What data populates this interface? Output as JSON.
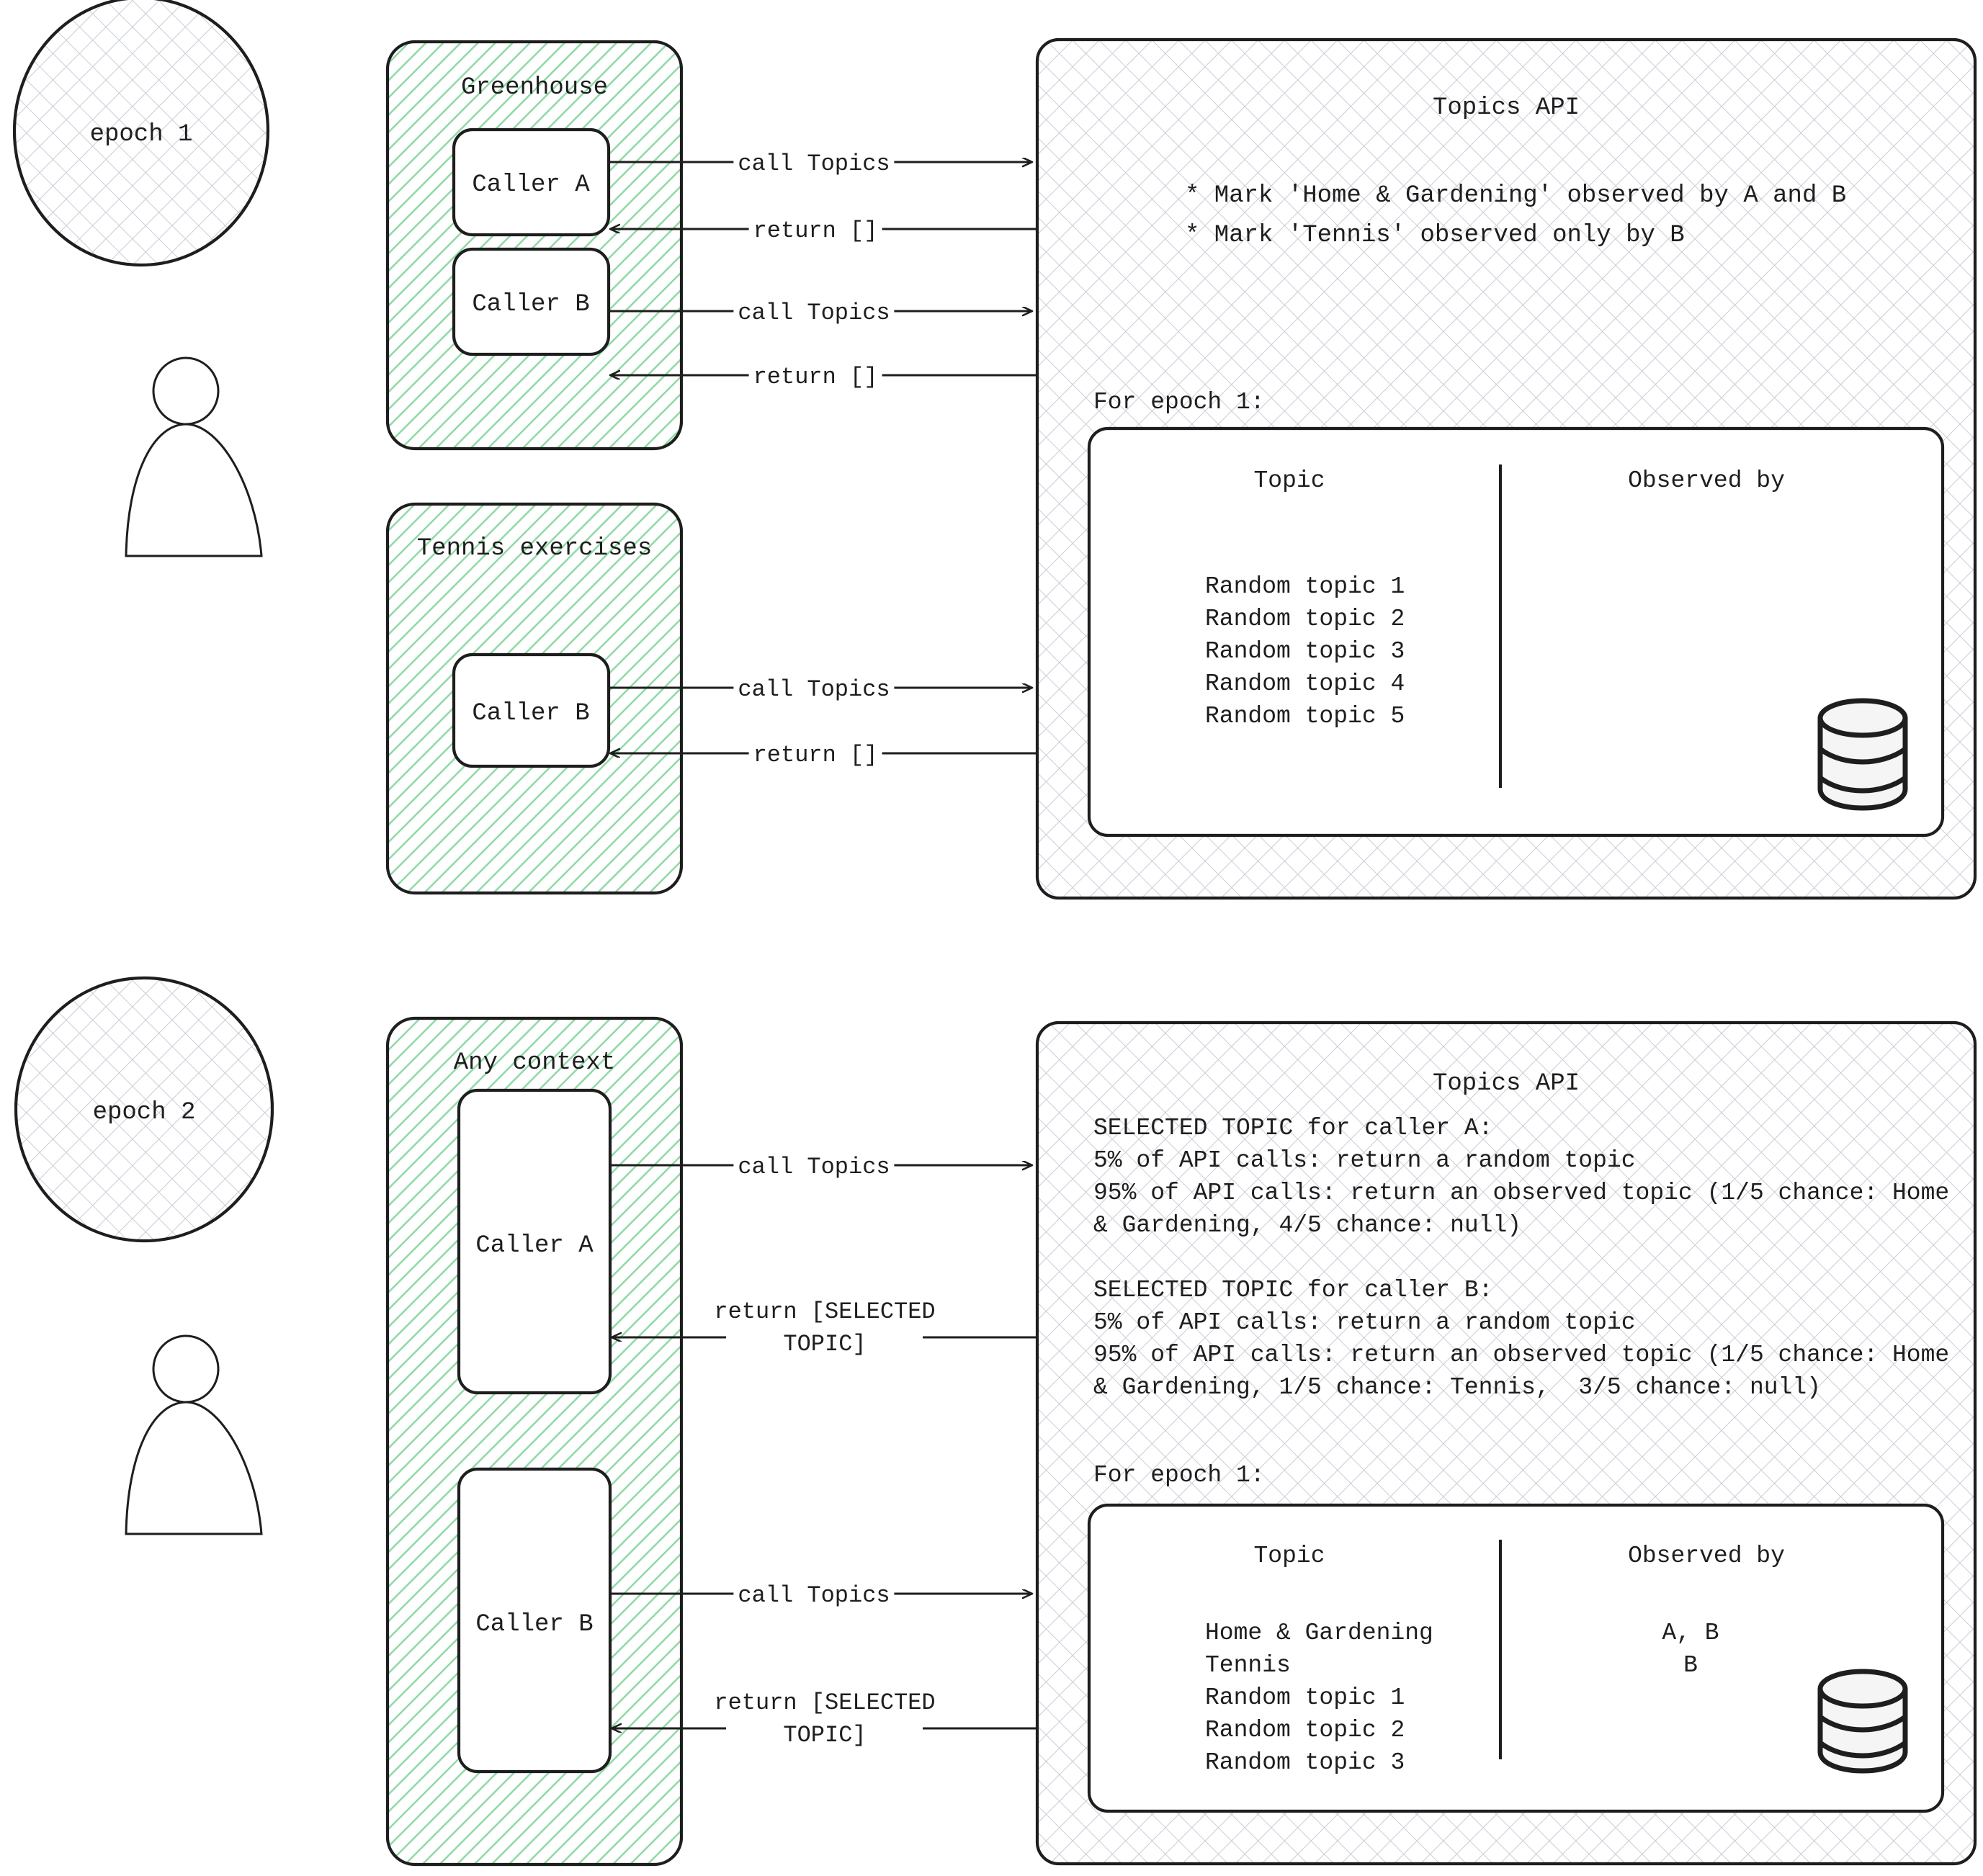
{
  "diagram": {
    "title": "Topics API epochs diagram",
    "colors": {
      "stroke": "#1e1e1e",
      "green_hatch": "#8fd9a6",
      "gray_hatch": "#c9ced8",
      "text": "#1e1e1e",
      "white": "#ffffff"
    }
  },
  "epoch1": {
    "badge_label": "epoch 1",
    "actor_name": "user-actor",
    "contexts": [
      {
        "title": "Greenhouse",
        "callers": [
          {
            "label": "Caller A"
          },
          {
            "label": "Caller B"
          }
        ]
      },
      {
        "title": "Tennis exercises",
        "callers": [
          {
            "label": "Caller B"
          }
        ]
      }
    ],
    "arrows": [
      {
        "label": "call Topics",
        "direction": "right"
      },
      {
        "label": "return []",
        "direction": "left"
      },
      {
        "label": "call Topics",
        "direction": "right"
      },
      {
        "label": "return []",
        "direction": "left"
      },
      {
        "label": "call Topics",
        "direction": "right"
      },
      {
        "label": "return []",
        "direction": "left"
      }
    ],
    "api": {
      "title": "Topics API",
      "bullets": [
        "* Mark 'Home & Gardening' observed by A and B",
        "* Mark 'Tennis' observed only by B"
      ],
      "table_caption": "For epoch 1:",
      "table": {
        "columns": [
          "Topic",
          "Observed by"
        ],
        "rows": [
          {
            "topic": "Random topic 1",
            "observed_by": ""
          },
          {
            "topic": "Random topic 2",
            "observed_by": ""
          },
          {
            "topic": "Random topic 3",
            "observed_by": ""
          },
          {
            "topic": "Random topic 4",
            "observed_by": ""
          },
          {
            "topic": "Random topic 5",
            "observed_by": ""
          }
        ]
      },
      "storage_icon": "database-cylinder-icon"
    }
  },
  "epoch2": {
    "badge_label": "epoch 2",
    "actor_name": "user-actor",
    "contexts": [
      {
        "title": "Any context",
        "callers": [
          {
            "label": "Caller A"
          },
          {
            "label": "Caller B"
          }
        ]
      }
    ],
    "arrows": [
      {
        "label": "call Topics",
        "direction": "right"
      },
      {
        "label_line1": "return [SELECTED",
        "label_line2": "TOPIC]",
        "direction": "left"
      },
      {
        "label": "call Topics",
        "direction": "right"
      },
      {
        "label_line1": "return [SELECTED",
        "label_line2": "TOPIC]",
        "direction": "left"
      }
    ],
    "api": {
      "title": "Topics API",
      "paragraphs": [
        "SELECTED TOPIC for caller A:",
        "5% of API calls: return a random topic",
        "95% of API calls: return an observed topic (1/5 chance: Home",
        "& Gardening, 4/5 chance: null)",
        "",
        "SELECTED TOPIC for caller B:",
        "5% of API calls: return a random topic",
        "95% of API calls: return an observed topic (1/5 chance: Home",
        "& Gardening, 1/5 chance: Tennis,  3/5 chance: null)"
      ],
      "table_caption": "For epoch 1:",
      "table": {
        "columns": [
          "Topic",
          "Observed by"
        ],
        "rows": [
          {
            "topic": "Home & Gardening",
            "observed_by": "A, B"
          },
          {
            "topic": "Tennis",
            "observed_by": "B"
          },
          {
            "topic": "Random topic 1",
            "observed_by": ""
          },
          {
            "topic": "Random topic 2",
            "observed_by": ""
          },
          {
            "topic": "Random topic 3",
            "observed_by": ""
          }
        ]
      },
      "storage_icon": "database-cylinder-icon"
    }
  }
}
